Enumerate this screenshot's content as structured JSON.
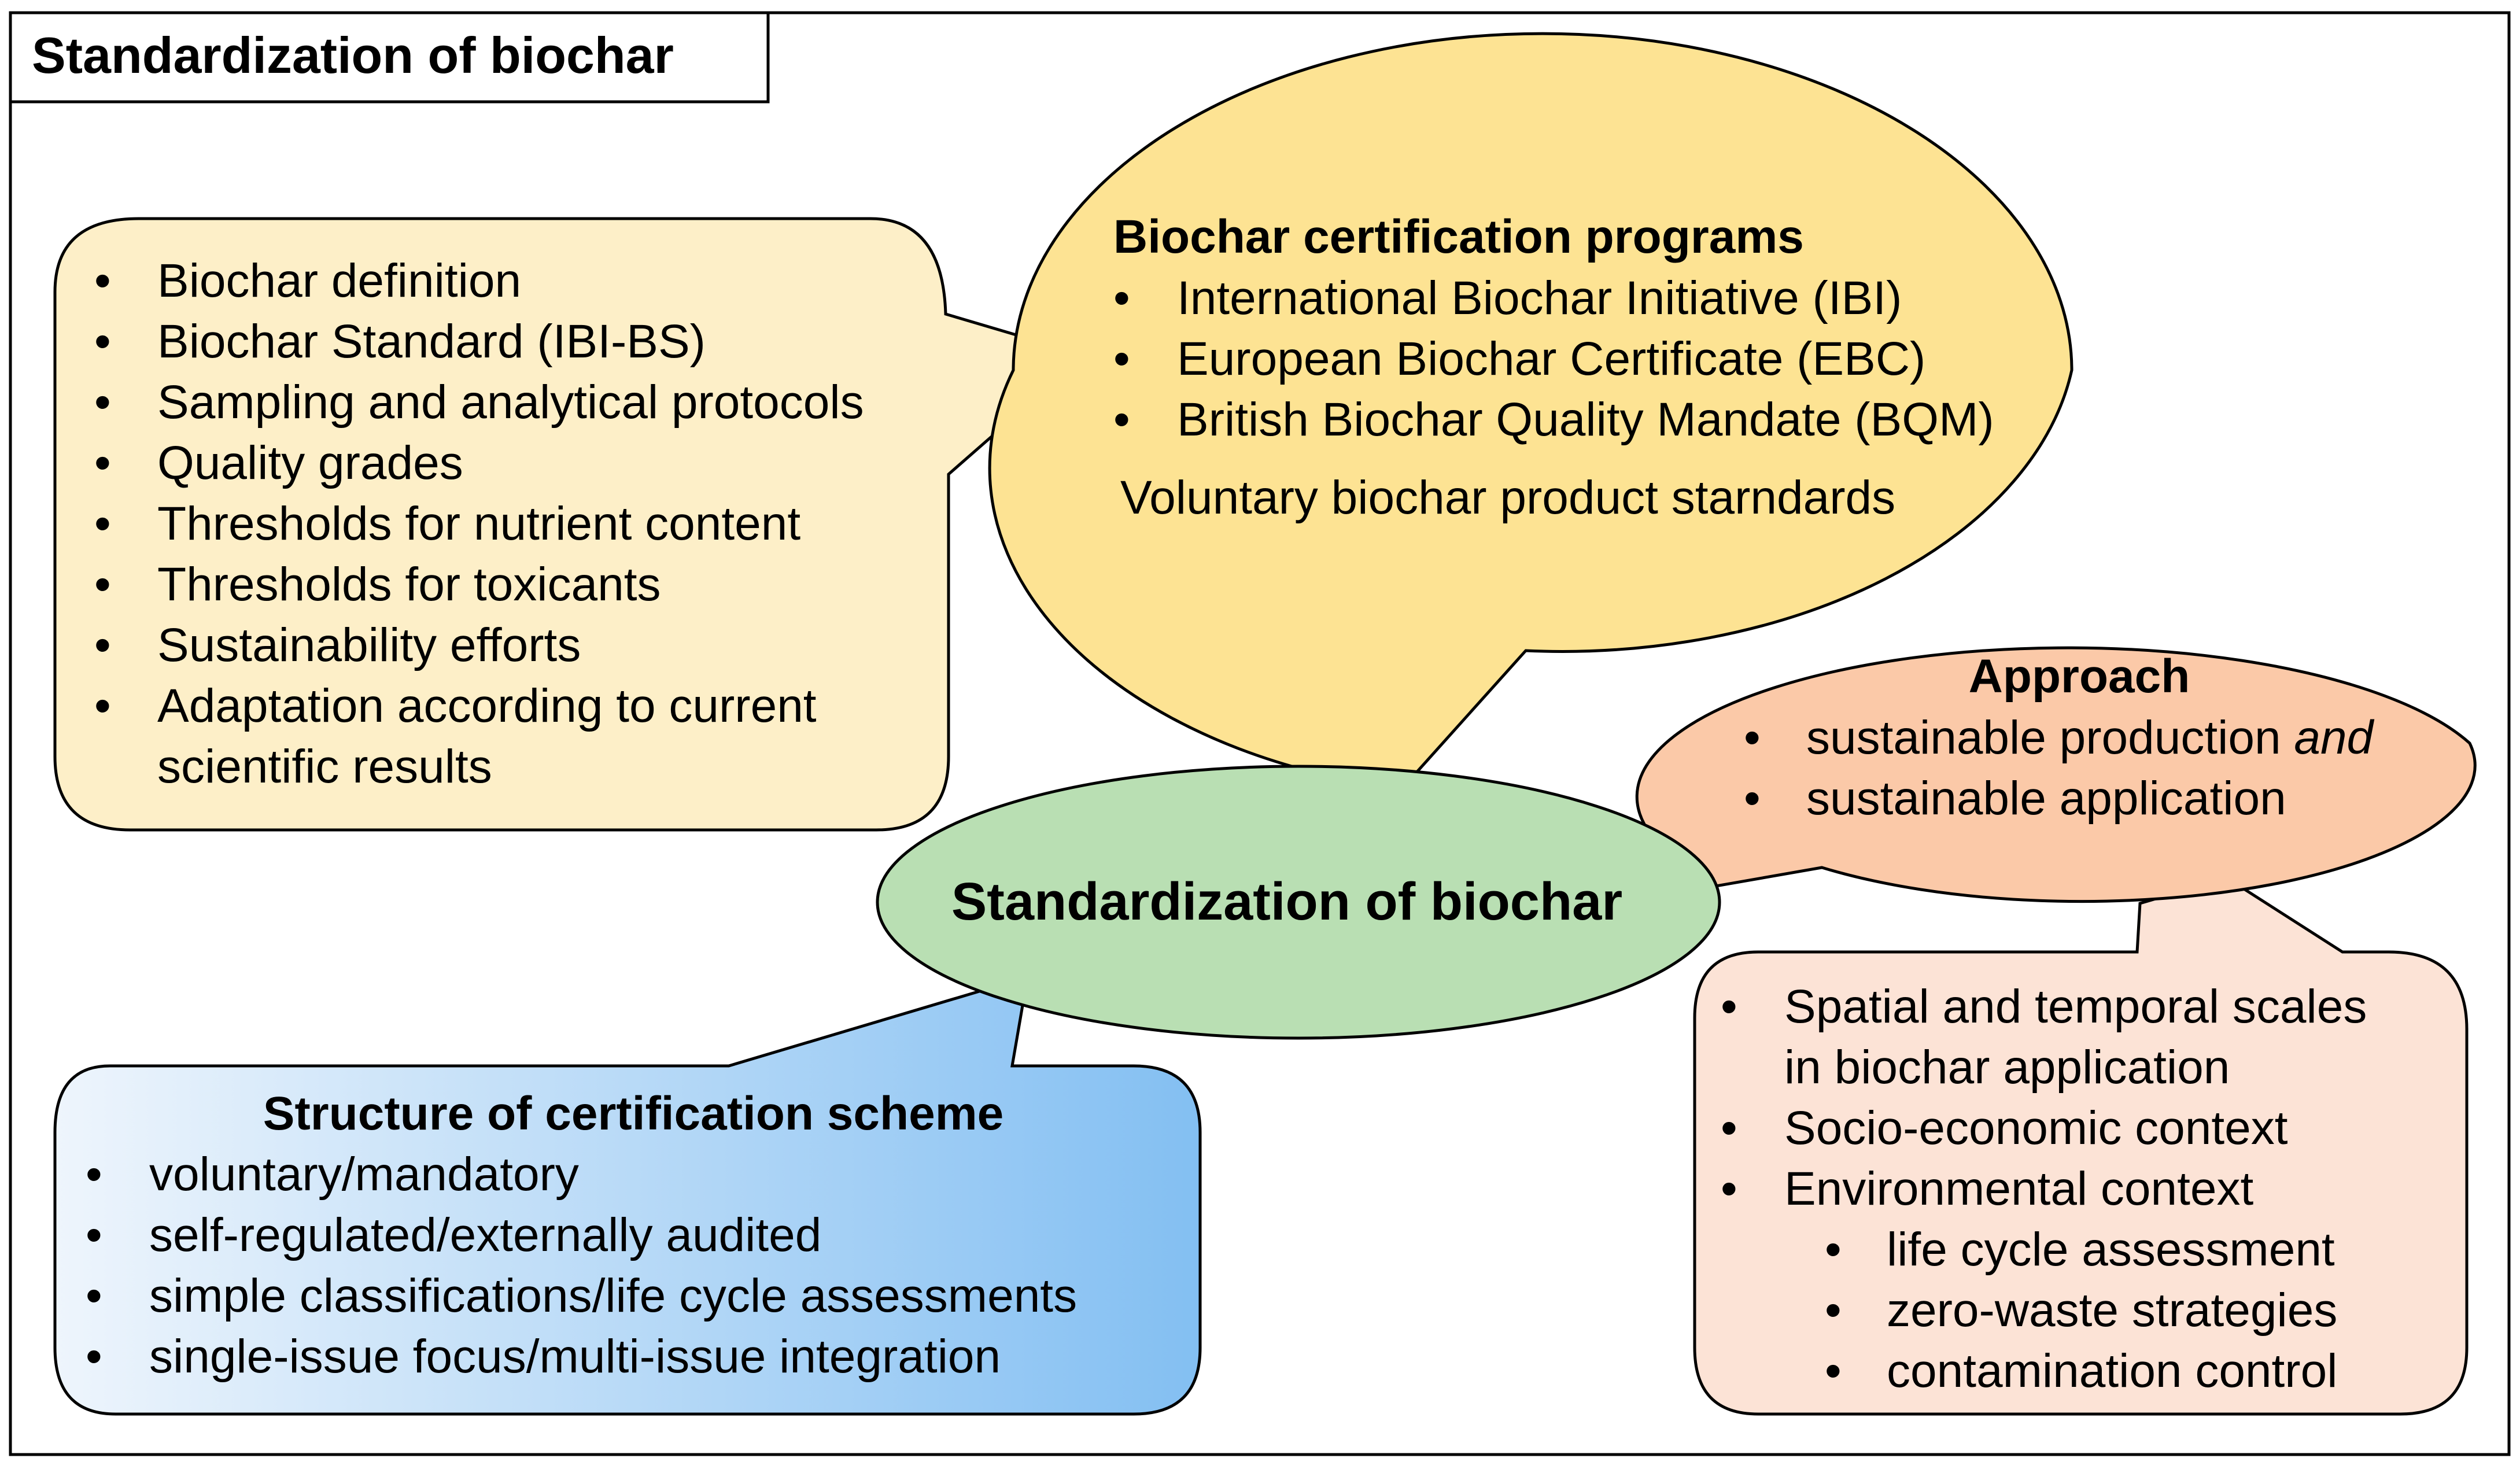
{
  "header": {
    "title": "Standardization of biochar"
  },
  "center": {
    "label": "Standardization of biochar"
  },
  "standard_box": {
    "items": [
      "Biochar definition",
      "Biochar Standard (IBI-BS)",
      "Sampling and analytical protocols",
      "Quality grades",
      "Thresholds for nutrient content",
      "Thresholds for toxicants",
      "Sustainability efforts",
      "Adaptation according to current",
      "scientific results"
    ]
  },
  "certification": {
    "title": "Biochar certification programs",
    "items": [
      "International Biochar Initiative (IBI)",
      "European Biochar Certificate (EBC)",
      "British Biochar Quality Mandate (BQM)"
    ],
    "footer": "Voluntary biochar product starndards"
  },
  "approach": {
    "title": "Approach",
    "item1_text": "sustainable production ",
    "item1_emph": "and",
    "item2": "sustainable application"
  },
  "context_box": {
    "items": [
      "Spatial and temporal scales",
      "in biochar application",
      "Socio-economic context",
      "Environmental context"
    ],
    "subitems": [
      "life cycle assessment",
      "zero-waste strategies",
      "contamination control"
    ]
  },
  "scheme": {
    "title": "Structure of certification scheme",
    "items": [
      "voluntary/mandatory",
      "self-regulated/externally audited",
      "simple classifications/life cycle assessments",
      "single-issue focus/multi-issue integration"
    ]
  },
  "colors": {
    "cream": "#fdefc8",
    "yellow": "#fde393",
    "green": "#b9dfb3",
    "salmon": "#fbc9a8",
    "peach": "#fce3d6",
    "blue_light": "#eef5fc",
    "blue_dark": "#83bff2"
  }
}
